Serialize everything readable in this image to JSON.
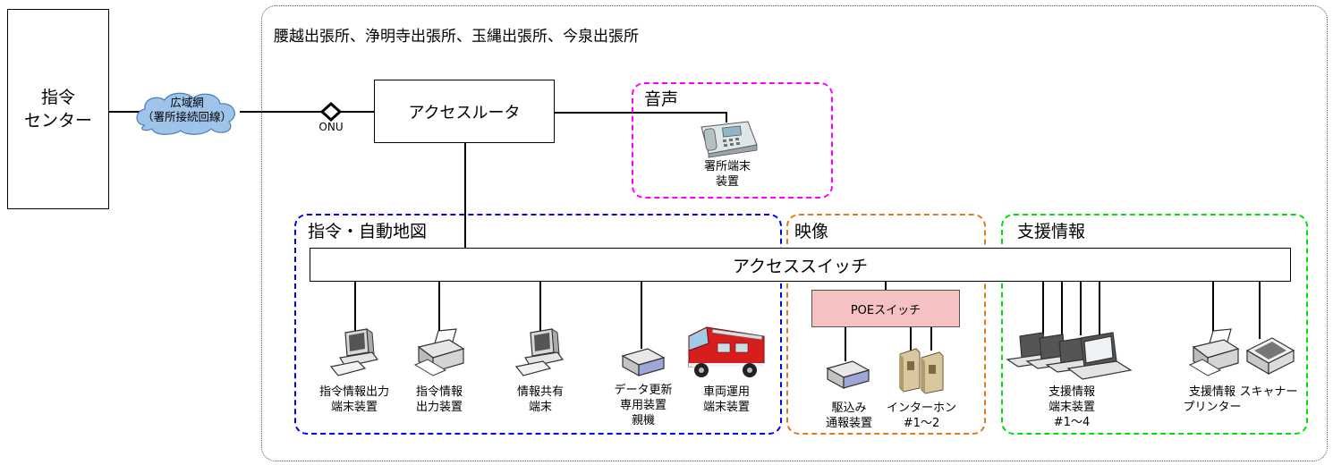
{
  "center": {
    "label": "指令\nセンター"
  },
  "wan": {
    "label": "広域網\n（署所接続回線）"
  },
  "onu": {
    "label": "ONU"
  },
  "site_title": "腰越出張所、浄明寺出張所、玉縄出張所、今泉出張所",
  "access_router": "アクセスルータ",
  "access_switch": "アクセススイッチ",
  "poe_switch": "POEスイッチ",
  "groups": {
    "voice": {
      "title": "音声",
      "color": "#ff00ff"
    },
    "command": {
      "title": "指令・自動地図",
      "color": "#0000ff"
    },
    "video": {
      "title": "映像",
      "color": "#e07b1a"
    },
    "support": {
      "title": "支援情報",
      "color": "#00e000"
    }
  },
  "devices": {
    "station_terminal": "署所端末\n装置",
    "cmd_output_terminal": "指令情報出力\n端末装置",
    "cmd_output_device": "指令情報\n出力装置",
    "info_share": "情報共有\n端末",
    "data_update": "データ更新\n専用装置\n親機",
    "vehicle_terminal": "車両運用\n端末装置",
    "rush_in": "駆込み\n通報装置",
    "intercom": "インターホン\n#1～2",
    "support_terminal": "支援情報\n端末装置\n#1～4",
    "support_printer": "支援情報\nプリンター",
    "scanner": "スキャナー"
  }
}
